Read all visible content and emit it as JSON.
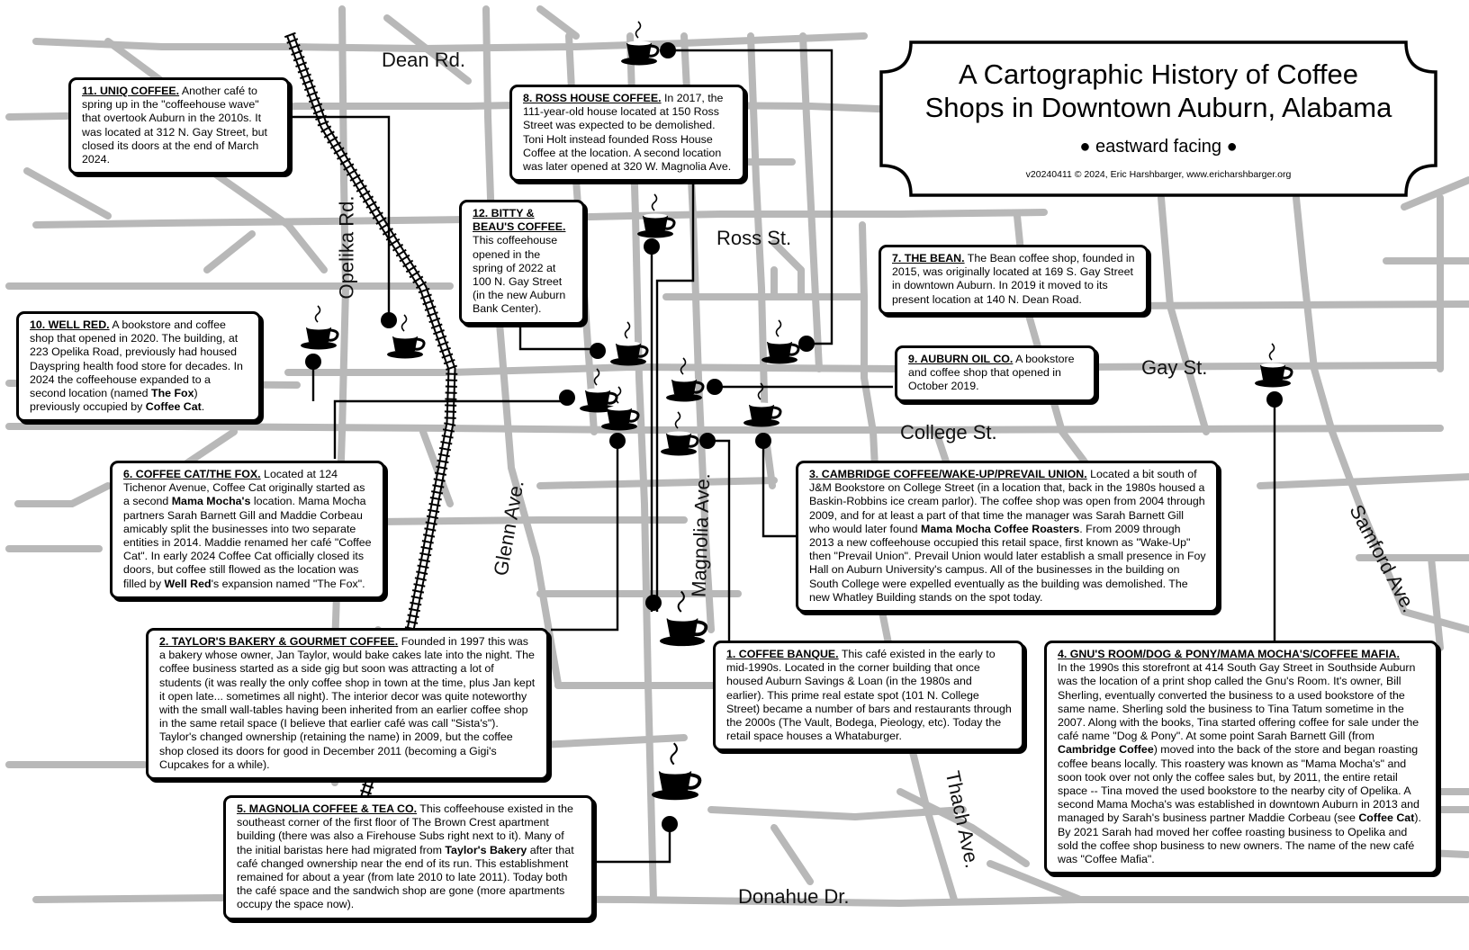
{
  "title": {
    "line1": "A Cartographic History of Coffee",
    "line2": "Shops in Downtown Auburn, Alabama",
    "orientation": "● eastward facing ●",
    "credit": "v20240411 © 2024, Eric Harshbarger, www.ericharshbarger.org"
  },
  "streets": {
    "dean": "Dean Rd.",
    "ross": "Ross St.",
    "gay": "Gay St.",
    "college": "College St.",
    "opelika": "Opelika Rd.",
    "glenn": "Glenn Ave.",
    "magnolia": "Magnolia Ave.",
    "samford": "Samford Ave.",
    "thach": "Thach Ave.",
    "donahue": "Donahue Dr."
  },
  "icons": {
    "cup": "coffee-cup-icon",
    "pin": "location-dot-icon"
  },
  "colors": {
    "road": "#b8b8b8",
    "ink": "#000000",
    "background": "#ffffff"
  },
  "callouts": {
    "c11": {
      "title": "11. UNIQ COFFEE.",
      "body": " Another café to spring up in the \"coffeehouse wave\" that overtook Auburn in the 2010s. It was located at 312 N. Gay Street, but closed its doors at the end of March 2024."
    },
    "c8": {
      "title": "8. ROSS HOUSE COFFEE.",
      "body": " In 2017, the 111-year-old house located at 150 Ross Street was expected to be demolished. Toni Holt instead founded Ross House Coffee at the location. A second location was later opened at 320 W. Magnolia Ave."
    },
    "c12": {
      "title": "12. BITTY & BEAU'S COFFEE.",
      "body": "This coffeehouse opened in the spring of 2022 at 100 N. Gay Street (in the new Auburn Bank Center)."
    },
    "c7": {
      "title": "7. THE BEAN.",
      "body": " The Bean coffee shop, founded in 2015, was originally located at 169 S. Gay Street in downtown Auburn. In 2019 it moved to its present location at 140 N. Dean Road."
    },
    "c9": {
      "title": "9. AUBURN OIL CO.",
      "body": " A bookstore and coffee shop that opened in October 2019."
    },
    "c10": {
      "title": "10. WELL RED.",
      "body1": " A bookstore and coffee shop that opened in 2020. The building, at 223 Opelika Road, previously had housed Dayspring health food store for decades. In 2024 the coffeehouse expanded to a second location (named ",
      "bold1": "The Fox",
      "body2": ") previously occupied by ",
      "bold2": "Coffee Cat",
      "body3": "."
    },
    "c6": {
      "title": "6. COFFEE CAT/THE FOX.",
      "body1": " Located at 124 Tichenor Avenue, Coffee Cat originally started as a second ",
      "bold1": "Mama Mocha's",
      "body2": " location. Mama Mocha partners Sarah Barnett Gill and Maddie Corbeau amicably split the businesses into two separate entities in 2014. Maddie renamed her café \"Coffee Cat\". In early 2024 Coffee Cat officially closed its doors, but coffee still flowed as the location was filled by ",
      "bold2": "Well Red",
      "body3": "'s expansion named \"The Fox\"."
    },
    "c3": {
      "title": "3. CAMBRIDGE COFFEE/WAKE-UP/PREVAIL UNION.",
      "body1": " Located a bit south of J&M Bookstore on College Street (in a location that, back in the 1980s housed a Baskin-Robbins ice cream parlor). The coffee shop was open from 2004 through 2009, and for at least a part of that time the manager was Sarah Barnett Gill who would later found ",
      "bold1": "Mama Mocha Coffee Roasters",
      "body2": ". From 2009 through 2013 a new coffeehouse occupied this retail space, first known as \"Wake-Up\" then \"Prevail Union\". Prevail Union would later establish a small presence in Foy Hall on Auburn University's campus. All of the businesses in the building on South College were expelled eventually as the building was demolished. The new Whatley Building stands on the spot today."
    },
    "c2": {
      "title": "2. TAYLOR'S BAKERY & GOURMET COFFEE.",
      "body": " Founded in 1997 this was a bakery whose owner, Jan Taylor, would bake cakes late into the night. The coffee business started as a side gig but soon was attracting a lot of students (it was really the only coffee shop in town at the time, plus Jan kept it open late... sometimes all night). The interior decor was quite noteworthy with the small wall-tables having been inherited from an earlier coffee shop in the same retail space (I believe that earlier café was call \"Sista's\"). Taylor's changed ownership (retaining the name) in 2009, but the coffee shop closed its doors for good in December 2011 (becoming a Gigi's Cupcakes for a while)."
    },
    "c1": {
      "title": "1. COFFEE BANQUE.",
      "body": " This café existed in the early to mid-1990s. Located in the corner building that once housed Auburn Savings & Loan (in the 1980s and earlier). This prime real estate spot (101 N. College Street) became a number of bars and restaurants through the 2000s (The Vault, Bodega, Pieology, etc). Today the retail space houses a Whataburger."
    },
    "c4": {
      "title": "4. GNU'S ROOM/DOG & PONY/MAMA MOCHA'S/COFFEE MAFIA.",
      "body1": "In the 1990s this storefront at 414 South Gay Street in Southside Auburn was the location of a print shop called the Gnu's Room. It's owner, Bill Sherling, eventually converted the business to a used bookstore of the same name. Sherling sold the business to Tina Tatum sometime in the 2007. Along with the books, Tina started offering coffee for sale under the café name \"Dog & Pony\". At some point Sarah Barnett Gill (from ",
      "bold1": "Cambridge Coffee",
      "body2": ") moved into the back of the store and began roasting coffee beans locally. This roastery was known as \"Mama Mocha's\" and soon took over not only the coffee sales but, by 2011, the entire retail space -- Tina moved the used bookstore to the nearby city of Opelika. A second Mama Mocha's was established in downtown Auburn in 2013 and managed by Sarah's business partner Maddie Corbeau (see ",
      "bold2": "Coffee Cat",
      "body3": "). By 2021 Sarah had moved her coffee roasting business to Opelika and sold the coffee shop business to new owners. The name of the new café was \"Coffee Mafia\"."
    },
    "c5": {
      "title": "5. MAGNOLIA COFFEE & TEA CO.",
      "body1": " This coffeehouse existed in the southeast corner of the first floor of The Brown Crest apartment building (there was also a Firehouse Subs right next to it). Many of the initial baristas here had migrated from ",
      "bold1": "Taylor's Bakery",
      "body2": " after that café changed ownership near the end of its run. This establishment remained for about a year (from late 2010 to late 2011). Today both the café space and the sandwich shop are gone (more apartments occupy the space now)."
    }
  }
}
